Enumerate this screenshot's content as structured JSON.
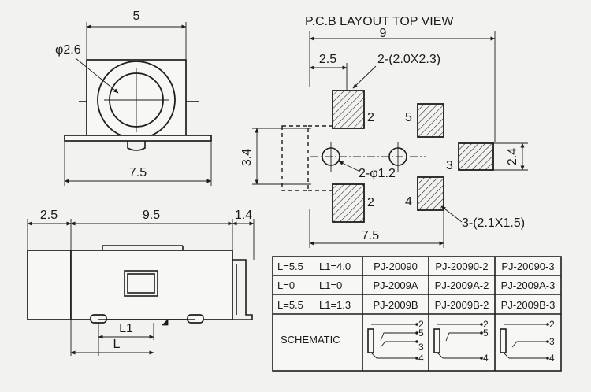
{
  "top_view": {
    "dim_width": "5",
    "dim_hole": "φ2.6",
    "dim_base": "7.5"
  },
  "side_view": {
    "dim_left": "2.5",
    "dim_mid": "9.5",
    "dim_right": "1.4",
    "label_l1": "L1",
    "label_l": "L"
  },
  "pcb": {
    "title": "P.C.B LAYOUT  TOP VIEW",
    "dim_total": "9",
    "dim_offset": "2.5",
    "pad_large_note": "2-(2.0X2.3)",
    "pad_small_note": "3-(2.1X1.5)",
    "hole_note": "2-φ1.2",
    "dim_height": "3.4",
    "dim_pad": "2.4",
    "dim_bottom": "7.5",
    "pin_2_top": "2",
    "pin_5": "5",
    "pin_3": "3",
    "pin_2_bottom": "2",
    "pin_4": "4"
  },
  "table": {
    "rows": [
      {
        "spec_l": "L=5.5",
        "spec_l1": "L1=4.0",
        "models": [
          "PJ-20090",
          "PJ-20090-2",
          "PJ-20090-3"
        ]
      },
      {
        "spec_l": "L=0",
        "spec_l1": "L1=0",
        "models": [
          "PJ-2009A",
          "PJ-2009A-2",
          "PJ-2009A-3"
        ]
      },
      {
        "spec_l": "L=5.5",
        "spec_l1": "L1=1.3",
        "models": [
          "PJ-2009B",
          "PJ-2009B-2",
          "PJ-2009B-3"
        ]
      }
    ],
    "schematic_label": "SCHEMATIC",
    "schematic_pins": {
      "full": [
        "2",
        "5",
        "3",
        "4"
      ],
      "dash2": [
        "2",
        "5",
        "4"
      ],
      "dash3": [
        "2",
        "3",
        "4"
      ]
    }
  }
}
